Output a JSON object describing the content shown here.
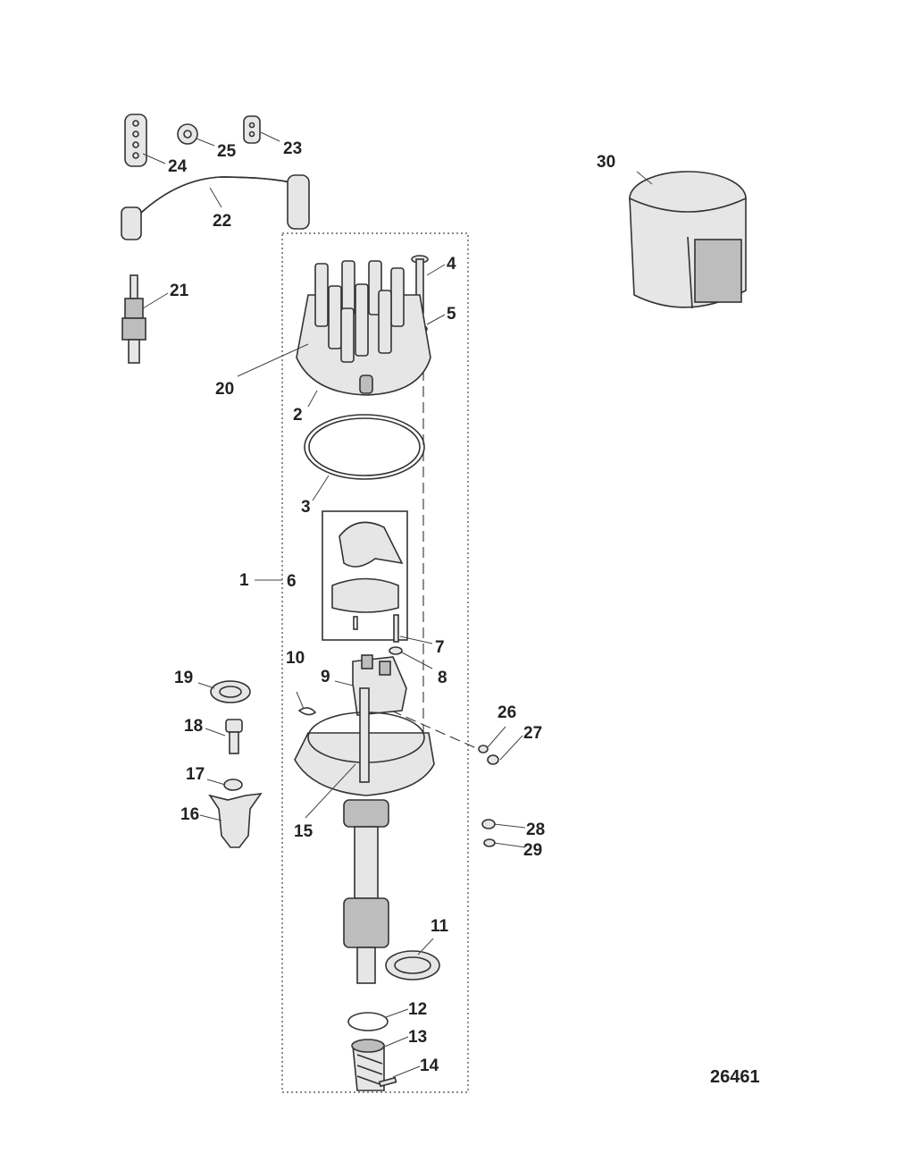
{
  "diagram": {
    "reference_number": "26461",
    "callouts": {
      "c1": "1",
      "c2": "2",
      "c3": "3",
      "c4": "4",
      "c5": "5",
      "c6": "6",
      "c7": "7",
      "c8": "8",
      "c9": "9",
      "c10": "10",
      "c11": "11",
      "c12": "12",
      "c13": "13",
      "c14": "14",
      "c15": "15",
      "c16": "16",
      "c17": "17",
      "c18": "18",
      "c19": "19",
      "c20": "20",
      "c21": "21",
      "c22": "22",
      "c23": "23",
      "c24": "24",
      "c25": "25",
      "c26": "26",
      "c27": "27",
      "c28": "28",
      "c29": "29",
      "c30": "30"
    }
  }
}
